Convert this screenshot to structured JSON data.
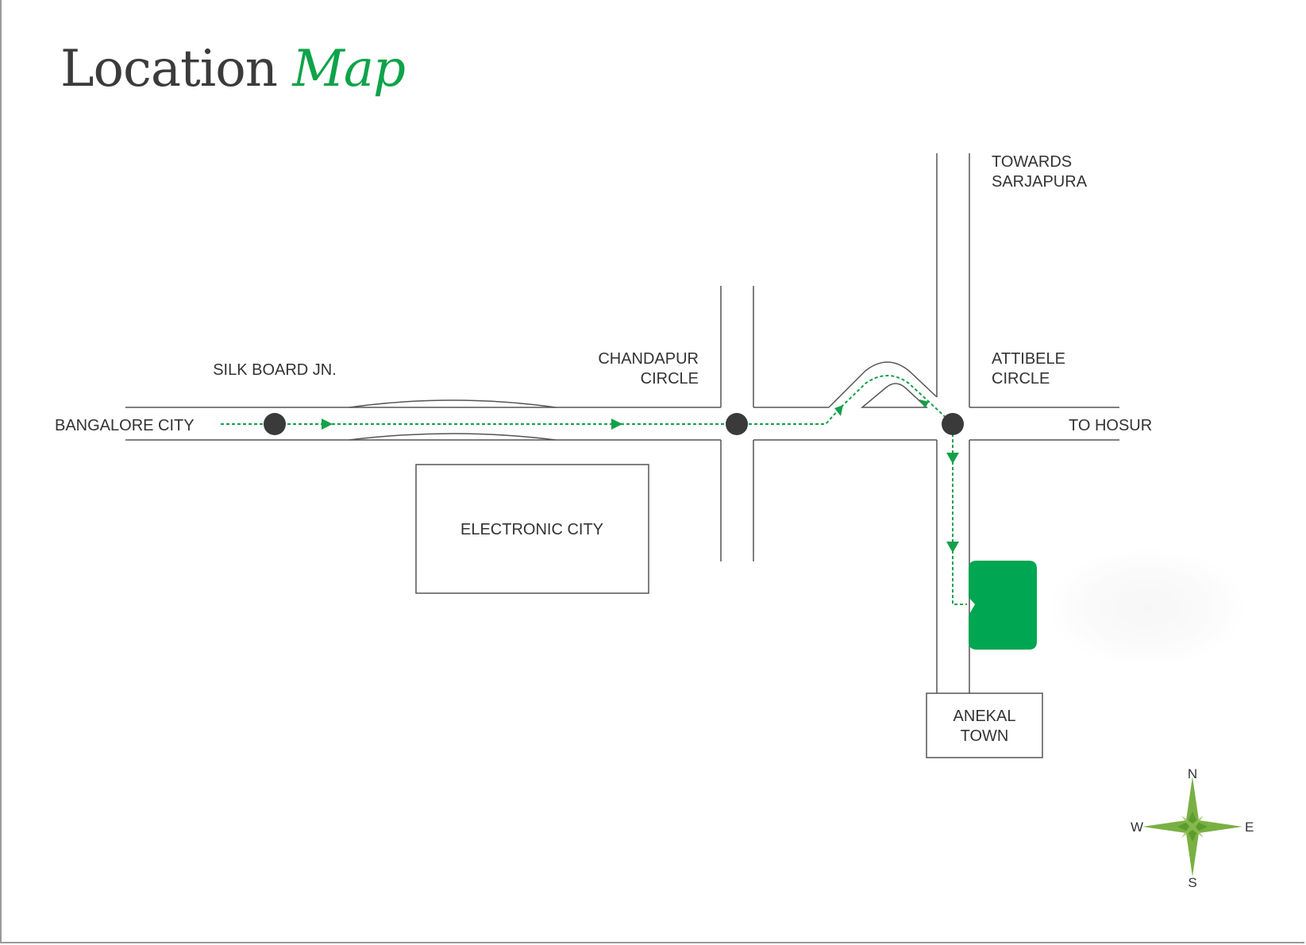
{
  "title": {
    "main": "Location",
    "accent": "Map"
  },
  "colors": {
    "road_line": "#555555",
    "route": "#14a04a",
    "junction": "#3a3a3a",
    "project_site": "#00a651",
    "compass_star": "#79b043",
    "label_text": "#333333",
    "title_main": "#3b3b3b",
    "title_accent": "#0ea34a"
  },
  "labels": {
    "bangalore_city": "BANGALORE CITY",
    "silk_board": "SILK BOARD JN.",
    "chandapur_line1": "CHANDAPUR",
    "chandapur_line2": "CIRCLE",
    "attibele_line1": "ATTIBELE",
    "attibele_line2": "CIRCLE",
    "towards_line1": "TOWARDS",
    "towards_line2": "SARJAPURA",
    "to_hosur": "TO HOSUR",
    "electronic_city": "ELECTRONIC CITY",
    "anekal_line1": "ANEKAL",
    "anekal_line2": "TOWN"
  },
  "compass": {
    "north": "N",
    "south": "S",
    "east": "E",
    "west": "W"
  }
}
